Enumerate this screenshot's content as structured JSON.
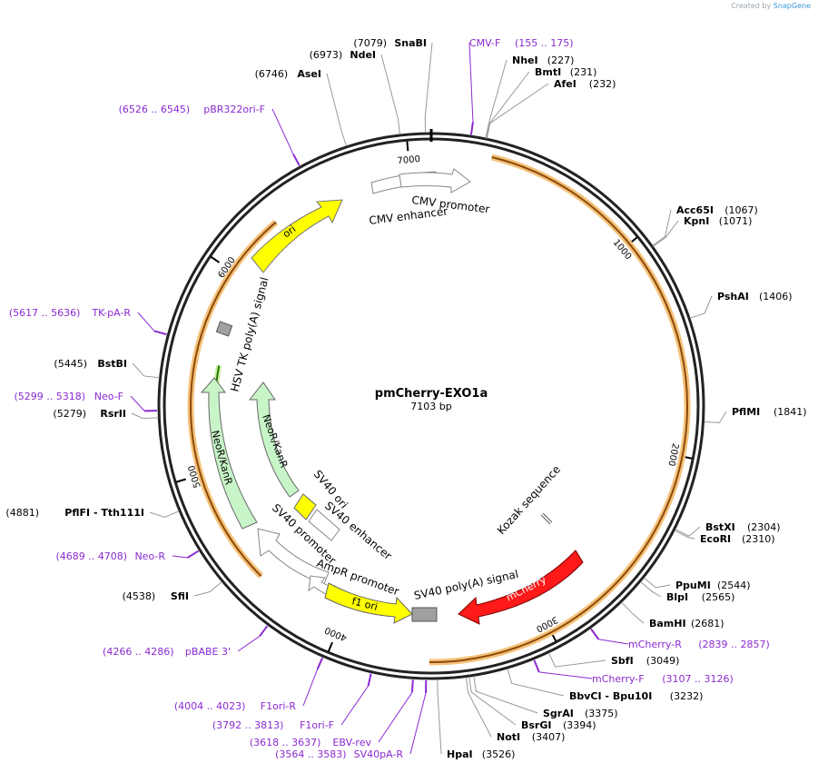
{
  "credit": {
    "prefix": "Created by",
    "brand": "SnapGene"
  },
  "plasmid": {
    "name": "pmCherry-EXO1a",
    "size": "7103 bp",
    "length": 7103
  },
  "ticks": [
    1000,
    2000,
    3000,
    4000,
    5000,
    6000,
    7000
  ],
  "enzymes": [
    {
      "name": "SnaBI",
      "pos": "(7079)",
      "bp": 7079
    },
    {
      "name": "NdeI",
      "pos": "(6973)",
      "bp": 6973
    },
    {
      "name": "AseI",
      "pos": "(6746)",
      "bp": 6746
    },
    {
      "name": "NheI",
      "pos": "(227)",
      "bp": 227
    },
    {
      "name": "BmtI",
      "pos": "(231)",
      "bp": 231
    },
    {
      "name": "AfeI",
      "pos": "(232)",
      "bp": 232
    },
    {
      "name": "Acc65I",
      "pos": "(1067)",
      "bp": 1067
    },
    {
      "name": "KpnI",
      "pos": "(1071)",
      "bp": 1071
    },
    {
      "name": "PshAI",
      "pos": "(1406)",
      "bp": 1406
    },
    {
      "name": "PflMI",
      "pos": "(1841)",
      "bp": 1841
    },
    {
      "name": "BstXI",
      "pos": "(2304)",
      "bp": 2304
    },
    {
      "name": "EcoRI",
      "pos": "(2310)",
      "bp": 2310
    },
    {
      "name": "PpuMI",
      "pos": "(2544)",
      "bp": 2544
    },
    {
      "name": "BlpI",
      "pos": "(2565)",
      "bp": 2565
    },
    {
      "name": "BamHI",
      "pos": "(2681)",
      "bp": 2681
    },
    {
      "name": "SbfI",
      "pos": "(3049)",
      "bp": 3049
    },
    {
      "name": "BbvCI - Bpu10I",
      "pos": "(3232)",
      "bp": 3232
    },
    {
      "name": "SgrAI",
      "pos": "(3375)",
      "bp": 3375
    },
    {
      "name": "BsrGI",
      "pos": "(3394)",
      "bp": 3394
    },
    {
      "name": "NotI",
      "pos": "(3407)",
      "bp": 3407
    },
    {
      "name": "HpaI",
      "pos": "(3526)",
      "bp": 3526
    },
    {
      "name": "SfiI",
      "pos": "(4538)",
      "bp": 4538
    },
    {
      "name": "PflFI - Tth111I",
      "pos": "(4881)",
      "bp": 4881
    },
    {
      "name": "RsrII",
      "pos": "(5279)",
      "bp": 5279
    },
    {
      "name": "BstBI",
      "pos": "(5445)",
      "bp": 5445
    }
  ],
  "primers": [
    {
      "name": "CMV-F",
      "range": "(155 .. 175)",
      "bp": 165
    },
    {
      "name": "pBR322ori-F",
      "range": "(6526 .. 6545)",
      "bp": 6536
    },
    {
      "name": "TK-pA-R",
      "range": "(5617 .. 5636)",
      "bp": 5626
    },
    {
      "name": "Neo-F",
      "range": "(5299 .. 5318)",
      "bp": 5308
    },
    {
      "name": "Neo-R",
      "range": "(4689 .. 4708)",
      "bp": 4698
    },
    {
      "name": "pBABE 3'",
      "range": "(4266 .. 4286)",
      "bp": 4276
    },
    {
      "name": "F1ori-R",
      "range": "(4004 .. 4023)",
      "bp": 4013
    },
    {
      "name": "F1ori-F",
      "range": "(3792 .. 3813)",
      "bp": 3802
    },
    {
      "name": "EBV-rev",
      "range": "(3618 .. 3637)",
      "bp": 3627
    },
    {
      "name": "SV40pA-R",
      "range": "(3564 .. 3583)",
      "bp": 3573
    },
    {
      "name": "mCherry-R",
      "range": "(2839 .. 2857)",
      "bp": 2848
    },
    {
      "name": "mCherry-F",
      "range": "(3107 .. 3126)",
      "bp": 3116
    }
  ],
  "features": [
    {
      "name": "CMV promoter"
    },
    {
      "name": "CMV enhancer"
    },
    {
      "name": "ori"
    },
    {
      "name": "HSV TK poly(A) signal"
    },
    {
      "name": "NeoR/KanR"
    },
    {
      "name": "NeoR/KanR"
    },
    {
      "name": "SV40 ori"
    },
    {
      "name": "SV40 enhancer"
    },
    {
      "name": "SV40 promoter"
    },
    {
      "name": "AmpR promoter"
    },
    {
      "name": "f1 ori"
    },
    {
      "name": "SV40 poly(A) signal"
    },
    {
      "name": "mCherry"
    },
    {
      "name": "Kozak sequence"
    }
  ],
  "colors": {
    "backbone": "#222222",
    "primer": "#8a2ad0",
    "orf": "#8b4a0b",
    "orfGlow": "#f5c27a",
    "red": "#ff1a1a",
    "yellow": "#ffff00",
    "green": "#c8f5c8",
    "grey": "#a0a0a0"
  }
}
